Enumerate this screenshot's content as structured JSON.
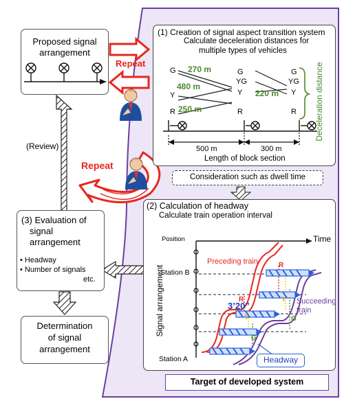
{
  "left": {
    "proposed": {
      "line1": "Proposed signal",
      "line2": "arrangement"
    },
    "review": "(Review)",
    "repeat_top": "Repeat",
    "repeat_mid": "Repeat",
    "evaluation": {
      "title": [
        "(3) Evaluation of",
        "signal",
        "arrangement"
      ],
      "items": [
        "• Headway",
        "• Number of signals"
      ],
      "etc": "etc."
    },
    "determination": {
      "lines": [
        "Determination",
        "of signal",
        "arrangement"
      ]
    }
  },
  "section1": {
    "title": "(1) Creation of signal aspect transition system",
    "subtitle1": "Calculate deceleration distances for",
    "subtitle2": "multiple types of vehicles",
    "aspects_left": [
      "G",
      "Y",
      "R"
    ],
    "aspects_mid": [
      "G",
      "YG",
      "Y",
      "R"
    ],
    "aspects_right": [
      "G",
      "YG",
      "Y",
      "R"
    ],
    "distances": [
      "270 m",
      "480 m",
      "250 m",
      "220 m"
    ],
    "deceleration_label": "Deceleration distance",
    "block_lengths": [
      "500 m",
      "300 m"
    ],
    "block_caption": "Length of block section"
  },
  "consideration": "Consideration such as dwell time",
  "section2": {
    "title": "(2) Calculation of headway",
    "subtitle": "Calculate train operation interval",
    "position_label": "Position",
    "time_label": "Time",
    "y_axis_label": "Signal arrangement",
    "station_b": "Station B",
    "station_a": "Station A",
    "preceding": "Preceding train",
    "succeeding": [
      "Succeeding",
      "train"
    ],
    "headway_time": "3’20”",
    "headway_label": "Headway",
    "marks": {
      "R": "R",
      "Y": "Y",
      "G": "G"
    }
  },
  "target_label": "Target of developed system",
  "colors": {
    "purple": "#6a3ea0",
    "panel": "#ece6f6",
    "red": "#e8251c",
    "green": "#4a8a2a",
    "blue": "#2a5fd8"
  }
}
